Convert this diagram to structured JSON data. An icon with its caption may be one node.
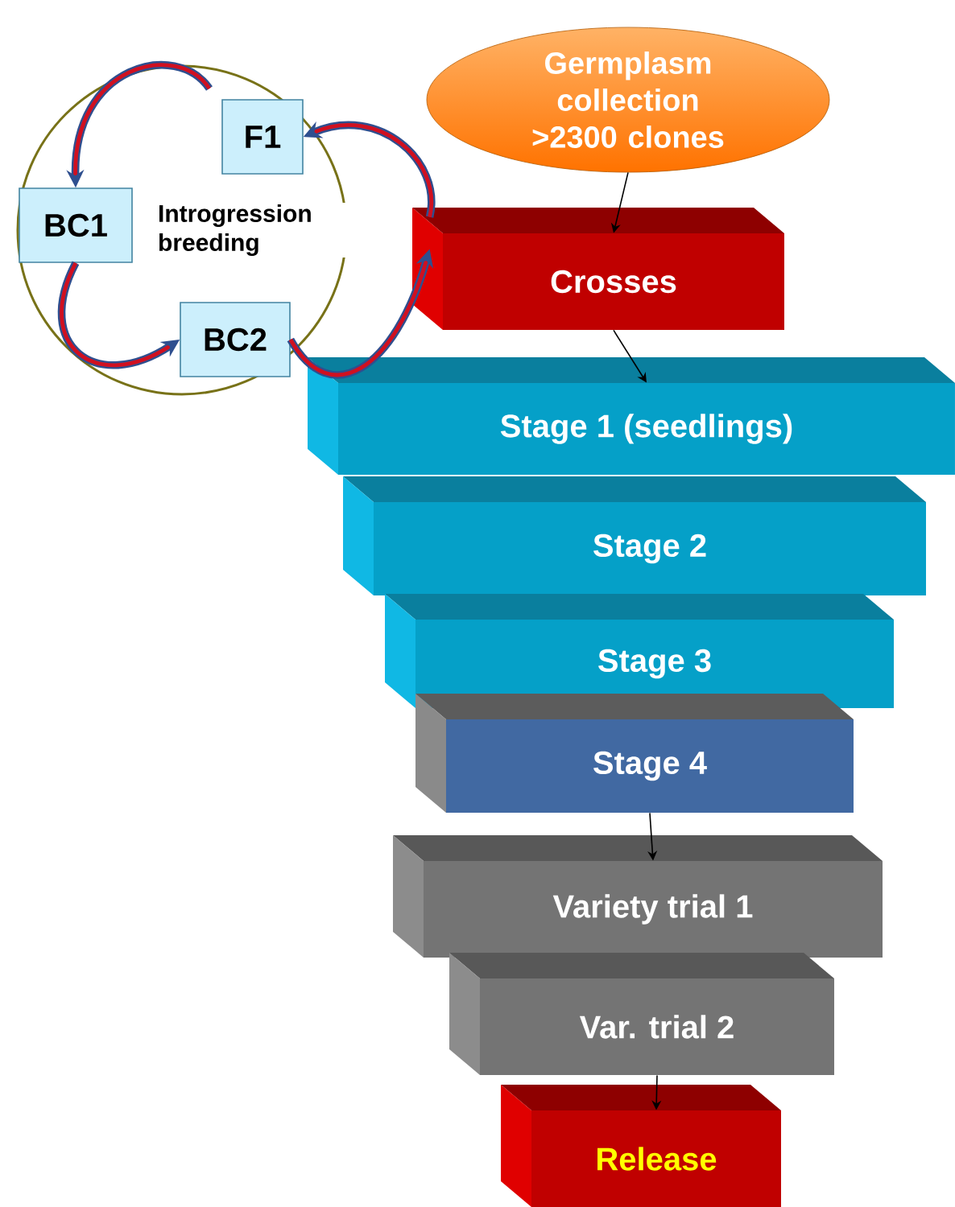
{
  "diagram": {
    "nodes": [
      {
        "text": [
          "Introgression breeding"
        ]
      },
      {
        "text": [
          "F1"
        ]
      },
      {
        "text": [
          "BC1"
        ]
      },
      {
        "text": [
          "BC2"
        ]
      },
      {
        "text": [
          "Germplasm collection >2300 clones"
        ]
      },
      {
        "text": [
          "Crosses"
        ]
      },
      {
        "text": [
          "Stage 1 (seedlings)"
        ]
      },
      {
        "text": [
          "Stage 2"
        ]
      },
      {
        "text": [
          "Stage 3"
        ]
      },
      {
        "text": [
          "Stage 4"
        ]
      },
      {
        "text": [
          "Variety trial 1"
        ]
      },
      {
        "text": [
          "Var. trial 2"
        ]
      },
      {
        "text": [
          "Release"
        ]
      }
    ],
    "edges": [
      {
        "from": 1,
        "to": 2,
        "arrow": "to",
        "style": "thick",
        "color": "#2f4f8f"
      },
      {
        "from": 2,
        "to": 3,
        "arrow": "to",
        "style": "thick",
        "color": "#2f4f8f"
      },
      {
        "from": 3,
        "to": 5,
        "arrow": "to",
        "style": "thick",
        "color": "#2f4f8f"
      },
      {
        "from": 5,
        "to": 1,
        "arrow": "to",
        "style": "thick",
        "color": "#2f4f8f"
      },
      {
        "from": 4,
        "to": 5,
        "arrow": "to",
        "color": "#000000"
      },
      {
        "from": 5,
        "to": 6,
        "arrow": "to",
        "color": "#000000"
      },
      {
        "from": 9,
        "to": 10,
        "arrow": "to",
        "color": "#000000"
      },
      {
        "from": 11,
        "to": 12,
        "arrow": "to",
        "color": "#000000"
      }
    ]
  }
}
